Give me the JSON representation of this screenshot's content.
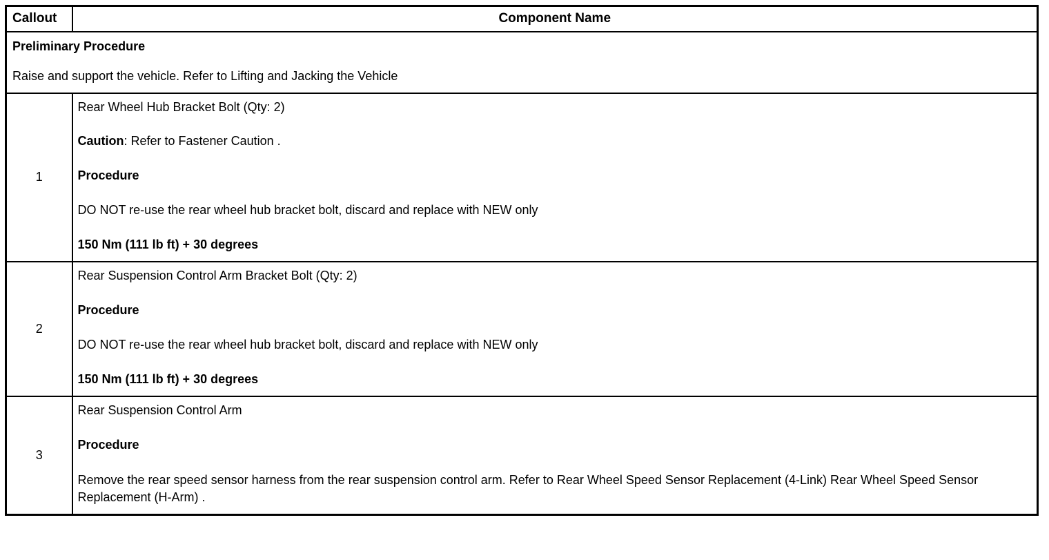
{
  "table": {
    "headers": {
      "callout": "Callout",
      "component_name": "Component Name"
    },
    "preliminary": {
      "title": "Preliminary Procedure",
      "text": "Raise and support the vehicle. Refer to Lifting and Jacking the Vehicle"
    },
    "rows": [
      {
        "callout": "1",
        "component": "Rear Wheel Hub Bracket Bolt (Qty: 2)",
        "caution_label": "Caution",
        "caution_text": ": Refer to Fastener Caution .",
        "procedure_label": "Procedure",
        "procedure_text": "DO NOT re-use the rear wheel hub bracket bolt, discard and replace with NEW only",
        "torque": "150 Nm (111 lb ft) + 30 degrees"
      },
      {
        "callout": "2",
        "component": "Rear Suspension Control Arm Bracket Bolt (Qty: 2)",
        "procedure_label": "Procedure",
        "procedure_text": "DO NOT re-use the rear wheel hub bracket bolt, discard and replace with NEW only",
        "torque": "150 Nm (111 lb ft) + 30 degrees"
      },
      {
        "callout": "3",
        "component": "Rear Suspension Control Arm",
        "procedure_label": "Procedure",
        "procedure_text": "Remove the rear speed sensor harness from the rear suspension control arm. Refer to Rear Wheel Speed Sensor Replacement (4-Link) Rear Wheel Speed Sensor Replacement (H-Arm) ."
      }
    ]
  },
  "colors": {
    "border": "#000000",
    "text": "#000000",
    "background": "#ffffff"
  }
}
